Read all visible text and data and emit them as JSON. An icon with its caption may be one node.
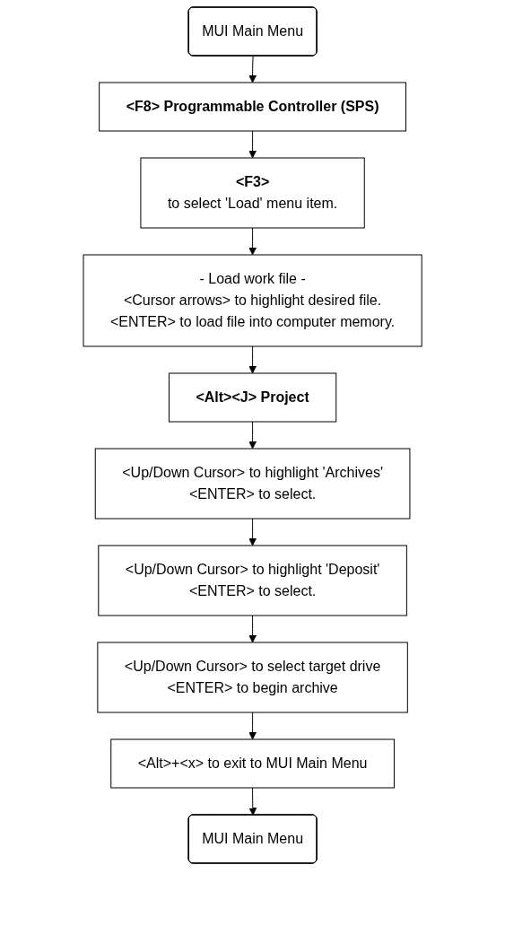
{
  "diagram": {
    "nodes": [
      {
        "text": [
          "MUI Main Menu"
        ]
      },
      {
        "text": [
          "<F8> Programmable Controller (SPS)"
        ]
      },
      {
        "text": [
          "<F3>",
          "to select 'Load' menu item."
        ]
      },
      {
        "text": [
          "- Load work file -",
          "<Cursor arrows> to highlight desired file.",
          "<ENTER> to load file into computer memory."
        ]
      },
      {
        "text": [
          "<Alt><J> Project"
        ]
      },
      {
        "text": [
          "<Up/Down Cursor> to highlight 'Archives'",
          "<ENTER> to select."
        ]
      },
      {
        "text": [
          "<Up/Down Cursor> to highlight 'Deposit'",
          "<ENTER> to select."
        ]
      },
      {
        "text": [
          "<Up/Down Cursor> to select target drive",
          "<ENTER> to begin archive"
        ]
      },
      {
        "text": [
          "<Alt>+<x> to exit to MUI Main Menu"
        ]
      },
      {
        "text": [
          "MUI Main Menu"
        ]
      }
    ],
    "edges": [
      {
        "from": 0,
        "to": 1,
        "arrow": "to"
      },
      {
        "from": 1,
        "to": 2,
        "arrow": "to"
      },
      {
        "from": 2,
        "to": 3,
        "arrow": "to"
      },
      {
        "from": 3,
        "to": 4,
        "arrow": "to"
      },
      {
        "from": 4,
        "to": 5,
        "arrow": "to"
      },
      {
        "from": 5,
        "to": 6,
        "arrow": "to"
      },
      {
        "from": 6,
        "to": 7,
        "arrow": "to"
      },
      {
        "from": 7,
        "to": 8,
        "arrow": "to"
      },
      {
        "from": 8,
        "to": 9,
        "arrow": "to"
      }
    ]
  }
}
